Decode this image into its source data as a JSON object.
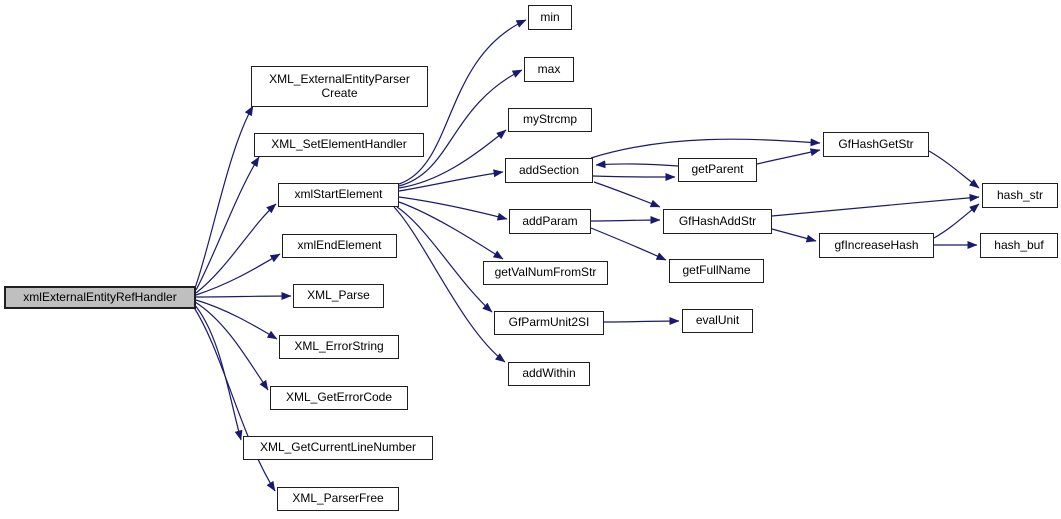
{
  "diagram": {
    "type": "call-graph",
    "root": "xmlExternalEntityRefHandler",
    "colors": {
      "edge": "#191970",
      "node_border": "#1f1f1f",
      "node_fill": "#ffffff",
      "root_fill": "#bfbfbf",
      "text": "#000000",
      "background": "#ffffff"
    },
    "nodes": [
      {
        "id": "xmlExternalEntityRefHandler",
        "label": "xmlExternalEntityRefHandler"
      },
      {
        "id": "XML_ExternalEntityParserCreate",
        "label": "XML_ExternalEntityParser\nCreate"
      },
      {
        "id": "XML_SetElementHandler",
        "label": "XML_SetElementHandler"
      },
      {
        "id": "xmlStartElement",
        "label": "xmlStartElement"
      },
      {
        "id": "xmlEndElement",
        "label": "xmlEndElement"
      },
      {
        "id": "XML_Parse",
        "label": "XML_Parse"
      },
      {
        "id": "XML_ErrorString",
        "label": "XML_ErrorString"
      },
      {
        "id": "XML_GetErrorCode",
        "label": "XML_GetErrorCode"
      },
      {
        "id": "XML_GetCurrentLineNumber",
        "label": "XML_GetCurrentLineNumber"
      },
      {
        "id": "XML_ParserFree",
        "label": "XML_ParserFree"
      },
      {
        "id": "min",
        "label": "min"
      },
      {
        "id": "max",
        "label": "max"
      },
      {
        "id": "myStrcmp",
        "label": "myStrcmp"
      },
      {
        "id": "addSection",
        "label": "addSection"
      },
      {
        "id": "addParam",
        "label": "addParam"
      },
      {
        "id": "getValNumFromStr",
        "label": "getValNumFromStr"
      },
      {
        "id": "GfParmUnit2SI",
        "label": "GfParmUnit2SI"
      },
      {
        "id": "addWithin",
        "label": "addWithin"
      },
      {
        "id": "getParent",
        "label": "getParent"
      },
      {
        "id": "GfHashAddStr",
        "label": "GfHashAddStr"
      },
      {
        "id": "getFullName",
        "label": "getFullName"
      },
      {
        "id": "GfHashGetStr",
        "label": "GfHashGetStr"
      },
      {
        "id": "gfIncreaseHash",
        "label": "gfIncreaseHash"
      },
      {
        "id": "hash_str",
        "label": "hash_str"
      },
      {
        "id": "hash_buf",
        "label": "hash_buf"
      },
      {
        "id": "evalUnit",
        "label": "evalUnit"
      }
    ],
    "edges": [
      {
        "from": "xmlExternalEntityRefHandler",
        "to": "XML_ExternalEntityParserCreate"
      },
      {
        "from": "xmlExternalEntityRefHandler",
        "to": "XML_SetElementHandler"
      },
      {
        "from": "xmlExternalEntityRefHandler",
        "to": "xmlStartElement"
      },
      {
        "from": "xmlExternalEntityRefHandler",
        "to": "xmlEndElement"
      },
      {
        "from": "xmlExternalEntityRefHandler",
        "to": "XML_Parse"
      },
      {
        "from": "xmlExternalEntityRefHandler",
        "to": "XML_ErrorString"
      },
      {
        "from": "xmlExternalEntityRefHandler",
        "to": "XML_GetErrorCode"
      },
      {
        "from": "xmlExternalEntityRefHandler",
        "to": "XML_GetCurrentLineNumber"
      },
      {
        "from": "xmlExternalEntityRefHandler",
        "to": "XML_ParserFree"
      },
      {
        "from": "xmlStartElement",
        "to": "min"
      },
      {
        "from": "xmlStartElement",
        "to": "max"
      },
      {
        "from": "xmlStartElement",
        "to": "myStrcmp"
      },
      {
        "from": "xmlStartElement",
        "to": "addSection"
      },
      {
        "from": "xmlStartElement",
        "to": "addParam"
      },
      {
        "from": "xmlStartElement",
        "to": "getValNumFromStr"
      },
      {
        "from": "xmlStartElement",
        "to": "GfParmUnit2SI"
      },
      {
        "from": "xmlStartElement",
        "to": "addWithin"
      },
      {
        "from": "addSection",
        "to": "getParent"
      },
      {
        "from": "getParent",
        "to": "addSection"
      },
      {
        "from": "addSection",
        "to": "GfHashGetStr"
      },
      {
        "from": "getParent",
        "to": "GfHashGetStr"
      },
      {
        "from": "addSection",
        "to": "GfHashAddStr"
      },
      {
        "from": "addParam",
        "to": "GfHashAddStr"
      },
      {
        "from": "addParam",
        "to": "getFullName"
      },
      {
        "from": "GfHashAddStr",
        "to": "hash_str"
      },
      {
        "from": "GfHashAddStr",
        "to": "gfIncreaseHash"
      },
      {
        "from": "GfHashGetStr",
        "to": "hash_str"
      },
      {
        "from": "gfIncreaseHash",
        "to": "hash_str"
      },
      {
        "from": "gfIncreaseHash",
        "to": "hash_buf"
      },
      {
        "from": "GfParmUnit2SI",
        "to": "evalUnit"
      }
    ]
  }
}
